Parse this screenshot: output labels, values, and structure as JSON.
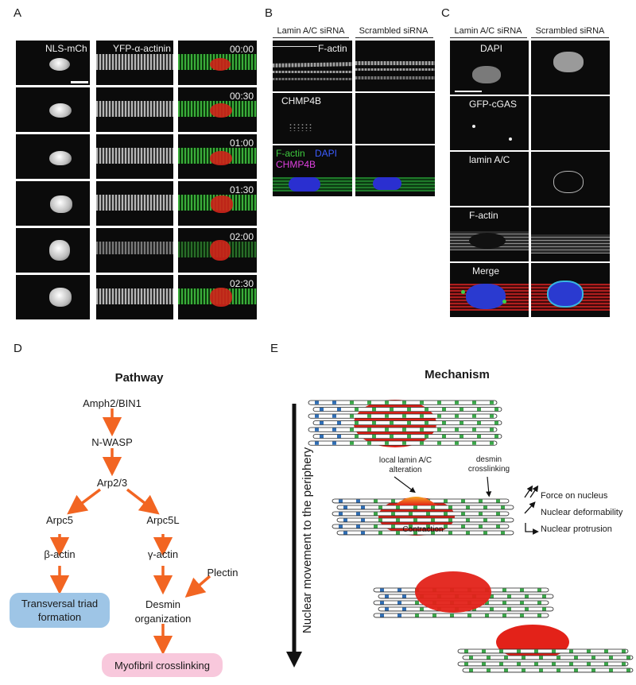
{
  "panel_labels": {
    "a": "A",
    "b": "B",
    "c": "C",
    "d": "D",
    "e": "E"
  },
  "panel_a": {
    "headers": {
      "nuclei": "NLS-mCh",
      "actinin": "YFP-α-actinin"
    },
    "timepoints": [
      "00:00",
      "00:30",
      "01:00",
      "01:30",
      "02:00",
      "02:30"
    ]
  },
  "panel_b": {
    "columns": [
      "Lamin A/C siRNA",
      "Scrambled siRNA"
    ],
    "rows": {
      "factin": "F-actin",
      "chmp4b": "CHMP4B",
      "merge_factin": "F-actin",
      "merge_dapi": "DAPI",
      "merge_chmp4b": "CHMP4B"
    }
  },
  "panel_c": {
    "columns": [
      "Lamin A/C siRNA",
      "Scrambled siRNA"
    ],
    "rows": [
      "DAPI",
      "GFP-cGAS",
      "lamin A/C",
      "F-actin",
      "Merge"
    ]
  },
  "panel_d": {
    "title": "Pathway",
    "nodes": {
      "amph2": "Amph2/BIN1",
      "nwasp": "N-WASP",
      "arp23": "Arp2/3",
      "arpc5": "Arpc5",
      "arpc5l": "Arpc5L",
      "bactin": "β-actin",
      "gactin": "γ-actin",
      "plectin": "Plectin",
      "desmin_line1": "Desmin",
      "desmin_line2": "organization",
      "triad_line1": "Transversal triad",
      "triad_line2": "formation",
      "myofibril": "Myofibril crosslinking"
    },
    "colors": {
      "arrow": "#f26522",
      "triad_box": "#9ec5e6",
      "myofibril_box": "#f8c8dc"
    }
  },
  "panel_e": {
    "title": "Mechanism",
    "axis_label": "Nuclear movement to the periphery",
    "annotations": {
      "lamin_line1": "local lamin A/C",
      "lamin_line2": "alteration",
      "desmin_line1": "desmin",
      "desmin_line2": "crosslinking",
      "contraction": "Contraction"
    },
    "legend": [
      "Force on nucleus",
      "Nuclear deformability",
      "Nuclear protrusion"
    ],
    "colors": {
      "nucleus": "#e32219",
      "desmin": "#3ba84a",
      "triad": "#2f6eb5",
      "lamin": "#f5a623"
    }
  }
}
